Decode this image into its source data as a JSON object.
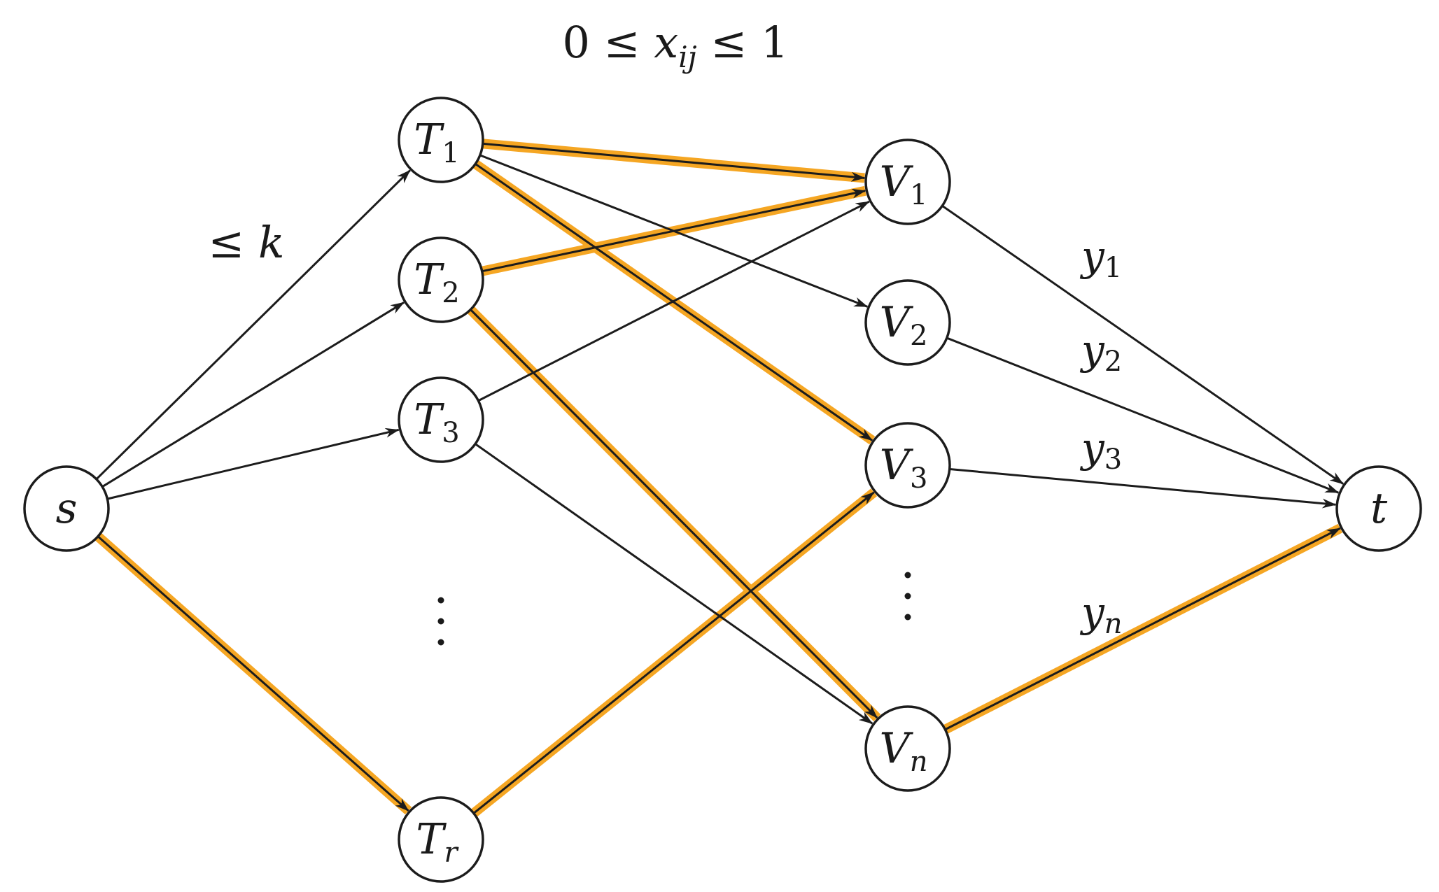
{
  "header": {
    "constraint_prefix": "0 ≤ ",
    "constraint_var": "x",
    "constraint_sub": "ij",
    "constraint_suffix": " ≤ 1"
  },
  "source_edge_label": {
    "symbol": "≤ ",
    "var": "k"
  },
  "colors": {
    "edge": "#1c1c1c",
    "highlight": "#f5a623",
    "node_fill": "#ffffff"
  },
  "nodes": [
    {
      "id": "s",
      "main": "s",
      "sub": ""
    },
    {
      "id": "T1",
      "main": "T",
      "sub": "1"
    },
    {
      "id": "T2",
      "main": "T",
      "sub": "2"
    },
    {
      "id": "T3",
      "main": "T",
      "sub": "3"
    },
    {
      "id": "Tr",
      "main": "T",
      "sub": "r"
    },
    {
      "id": "V1",
      "main": "V",
      "sub": "1"
    },
    {
      "id": "V2",
      "main": "V",
      "sub": "2"
    },
    {
      "id": "V3",
      "main": "V",
      "sub": "3"
    },
    {
      "id": "Vn",
      "main": "V",
      "sub": "n"
    },
    {
      "id": "t",
      "main": "t",
      "sub": ""
    }
  ],
  "edges": [
    {
      "from": "s",
      "to": "T1",
      "highlighted": false
    },
    {
      "from": "s",
      "to": "T2",
      "highlighted": false
    },
    {
      "from": "s",
      "to": "T3",
      "highlighted": false
    },
    {
      "from": "s",
      "to": "Tr",
      "highlighted": true
    },
    {
      "from": "T1",
      "to": "V1",
      "highlighted": true
    },
    {
      "from": "T1",
      "to": "V2",
      "highlighted": false
    },
    {
      "from": "T1",
      "to": "V3",
      "highlighted": true
    },
    {
      "from": "T2",
      "to": "V1",
      "highlighted": true
    },
    {
      "from": "T2",
      "to": "Vn",
      "highlighted": true
    },
    {
      "from": "T3",
      "to": "V1",
      "highlighted": false
    },
    {
      "from": "T3",
      "to": "Vn",
      "highlighted": false
    },
    {
      "from": "Tr",
      "to": "V3",
      "highlighted": true
    },
    {
      "from": "V1",
      "to": "t",
      "highlighted": false
    },
    {
      "from": "V2",
      "to": "t",
      "highlighted": false
    },
    {
      "from": "V3",
      "to": "t",
      "highlighted": false
    },
    {
      "from": "Vn",
      "to": "t",
      "highlighted": true
    }
  ],
  "sink_edge_labels": [
    {
      "main": "y",
      "sub": "1"
    },
    {
      "main": "y",
      "sub": "2"
    },
    {
      "main": "y",
      "sub": "3"
    },
    {
      "main": "y",
      "sub": "n"
    }
  ]
}
